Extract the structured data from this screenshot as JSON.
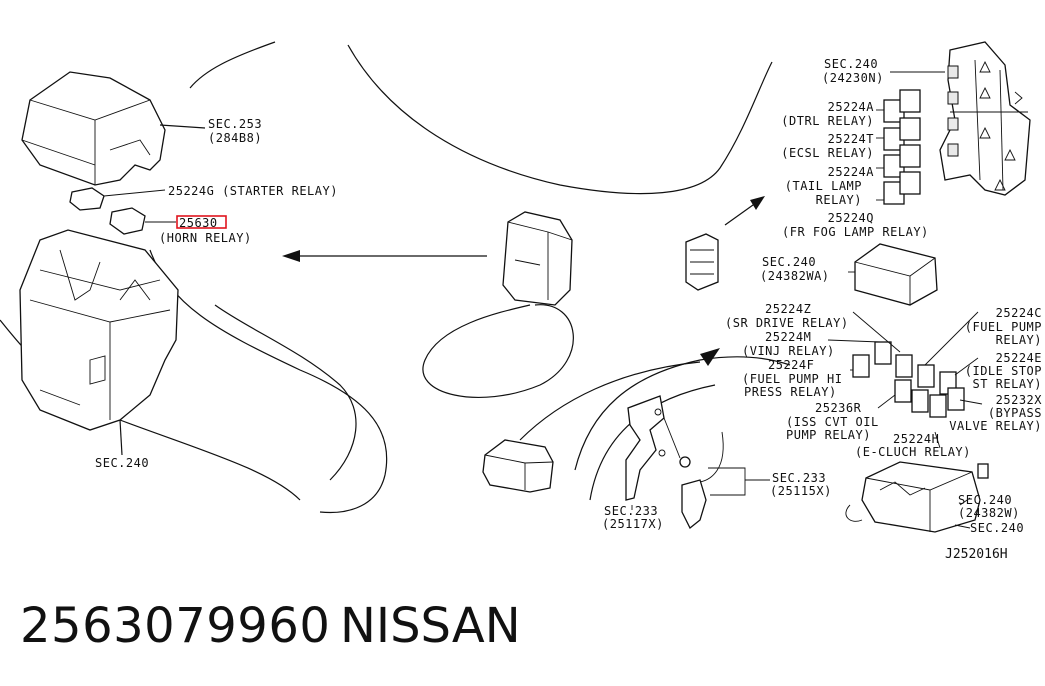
{
  "diagram": {
    "labels": {
      "sec253": "SEC.253",
      "sec253_code": "(284B8)",
      "starter_relay": "25224G (STARTER RELAY)",
      "horn_relay_part": "25630",
      "horn_relay": "(HORN RELAY)",
      "sec240_left": "SEC.240",
      "sec240_top": "SEC.240",
      "sec240_top_code": "(24230N)",
      "dtrl_part": "25224A",
      "dtrl": "(DTRL RELAY)",
      "ecsl_part": "25224T",
      "ecsl": "(ECSL RELAY)",
      "tail_part": "25224A",
      "tail_1": "(TAIL LAMP",
      "tail_2": "RELAY)",
      "frfog_part": "25224Q",
      "frfog": "(FR FOG LAMP RELAY)",
      "sec240_mid": "SEC.240",
      "sec240_mid_code": "(24382WA)",
      "srdrive_part": "25224Z",
      "srdrive": "(SR DRIVE RELAY)",
      "vinj_part": "25224M",
      "vinj": "(VINJ RELAY)",
      "fuelhi_part": "25224F",
      "fuelhi_1": "(FUEL PUMP HI",
      "fuelhi_2": "PRESS RELAY)",
      "isscvt_part": "25236R",
      "isscvt_1": "(ISS CVT OIL",
      "isscvt_2": "PUMP RELAY)",
      "fuelpump_part": "25224C",
      "fuelpump_1": "(FUEL PUMP",
      "fuelpump_2": "RELAY)",
      "idlestop_part": "25224E",
      "idlestop_1": "(IDLE STOP",
      "idlestop_2": "ST RELAY)",
      "bypass_part": "25232X",
      "bypass_1": "(BYPASS",
      "bypass_2": "VALVE RELAY)",
      "eclutch_part": "25224H",
      "eclutch": "(E-CLUCH RELAY)",
      "sec240_low": "SEC.240",
      "sec240_low_code": "(24382W)",
      "sec240_low2": "SEC.240",
      "sec233_right": "SEC.233",
      "sec233_right_code": "(25115X)",
      "sec233_mid": "SEC.233",
      "sec233_mid_code": "(25117X)",
      "drawing_code": "J252016H"
    },
    "highlight_color": "#e0141e"
  },
  "footer": {
    "part_number": "2563079960",
    "brand": "NISSAN"
  }
}
